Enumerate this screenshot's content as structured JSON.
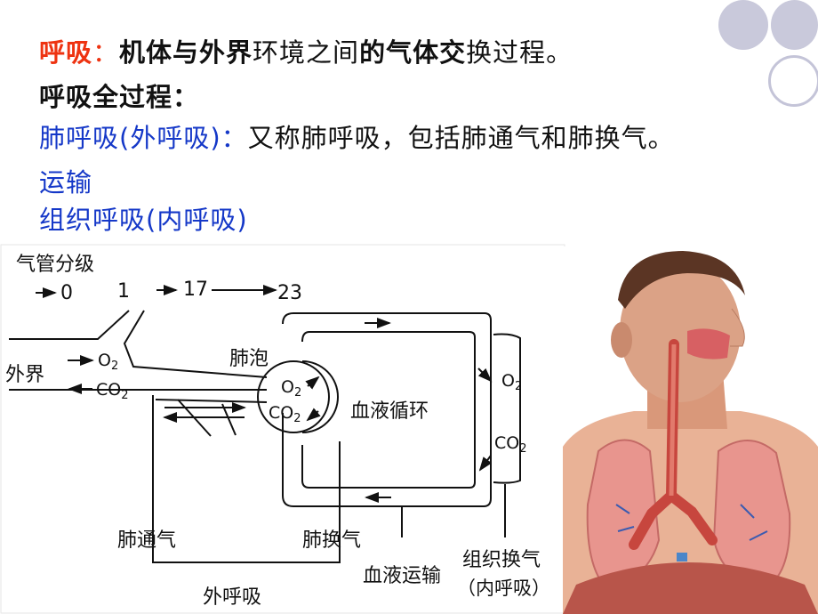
{
  "title_line": {
    "term": "呼吸",
    "colon": "：",
    "definition_bold": "机体与外界",
    "definition_normal": "环境之间",
    "definition_bold2": "的气体交",
    "definition_end": "换过程。"
  },
  "subtitle": "呼吸全过程：",
  "stage1": {
    "name": "肺呼吸(外呼吸)：",
    "desc": "又称肺呼吸，包括肺通气和肺换气。"
  },
  "stage2": "运输",
  "stage3": "组织呼吸(内呼吸)",
  "diagram": {
    "airway_title": "气管分级",
    "gen_0": "0",
    "gen_1": "1",
    "gen_17": "17",
    "gen_23": "23",
    "outside": "外界",
    "o2": "O",
    "co2": "CO",
    "sub2": "2",
    "alveolus": "肺泡",
    "blood_circulation": "血液循环",
    "ventilation": "肺通气",
    "gas_exchange": "肺换气",
    "blood_transport": "血液运输",
    "tissue_exchange": "组织换气",
    "internal_resp": "（内呼吸）",
    "external_resp": "外呼吸"
  },
  "colors": {
    "red": "#ee3311",
    "blue": "#1538c8",
    "circle_fill": "#c8c8dc",
    "circle_stroke": "#b8b8d0"
  }
}
